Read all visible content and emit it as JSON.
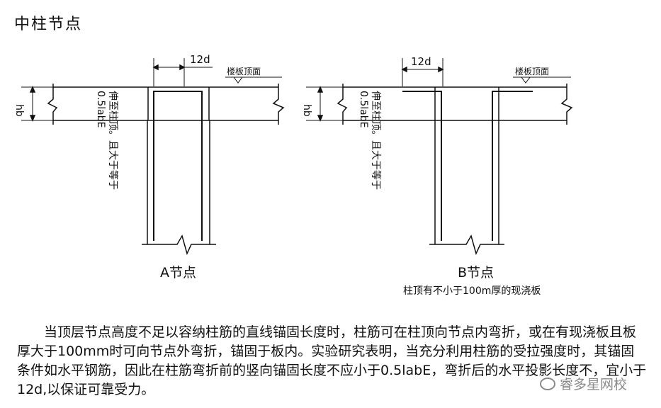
{
  "page_title": "中柱节点",
  "dim_12d": "12d",
  "floor_top_label": "楼板顶面",
  "hb_label": "hb",
  "vertical_note_latin": "0.5labE",
  "vertical_note_cn": "伸至柱顶。且大于等于",
  "node_a": {
    "label": "A节点"
  },
  "node_b": {
    "label": "B节点",
    "sublabel": "柱顶有不小于100m厚的现浇板"
  },
  "paragraph": "当顶层节点高度不足以容纳柱筋的直线锚固长度时，柱筋可在柱顶向节点内弯折，或在有现浇板且板厚大于100mm时可向节点外弯折，锚固于板内。实验研究表明，当充分利用柱筋的受拉强度时，其锚固条件如水平钢筋，因此在柱筋弯折前的竖向锚固长度不应小于0.5labE，弯折后的水平投影长度不，宜小于12d,以保证可靠受力。",
  "watermark": "睿多星网校"
}
